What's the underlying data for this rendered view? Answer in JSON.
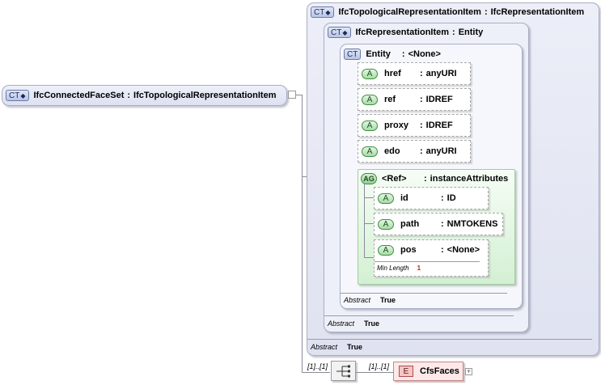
{
  "root_type": {
    "badge": "CT",
    "name": "IfcConnectedFaceSet",
    "base": "IfcTopologicalRepresentationItem"
  },
  "level1": {
    "badge": "CT",
    "name": "IfcTopologicalRepresentationItem",
    "base": "IfcRepresentationItem",
    "abstract_label": "Abstract",
    "abstract_value": "True"
  },
  "level2": {
    "badge": "CT",
    "name": "IfcRepresentationItem",
    "base": "Entity",
    "abstract_label": "Abstract",
    "abstract_value": "True"
  },
  "level3": {
    "badge": "CT",
    "name": "Entity",
    "base": "<None>",
    "abstract_label": "Abstract",
    "abstract_value": "True"
  },
  "attributes": [
    {
      "badge": "A",
      "name": "href",
      "type": "anyURI"
    },
    {
      "badge": "A",
      "name": "ref",
      "type": "IDREF"
    },
    {
      "badge": "A",
      "name": "proxy",
      "type": "IDREF"
    },
    {
      "badge": "A",
      "name": "edo",
      "type": "anyURI"
    }
  ],
  "attribute_group": {
    "badge": "AG",
    "name": "<Ref>",
    "type": "instanceAttributes",
    "attributes": [
      {
        "badge": "A",
        "name": "id",
        "type": "ID"
      },
      {
        "badge": "A",
        "name": "path",
        "type": "NMTOKENS"
      },
      {
        "badge": "A",
        "name": "pos",
        "type": "<None>",
        "facet_label": "Min Length",
        "facet_value": "1"
      }
    ]
  },
  "sequence": {
    "multiplicity": "[1]..[1]"
  },
  "element": {
    "badge": "E",
    "name": "CfsFaces",
    "multiplicity": "[1]..[1]",
    "expand": "+"
  },
  "colon": ":"
}
